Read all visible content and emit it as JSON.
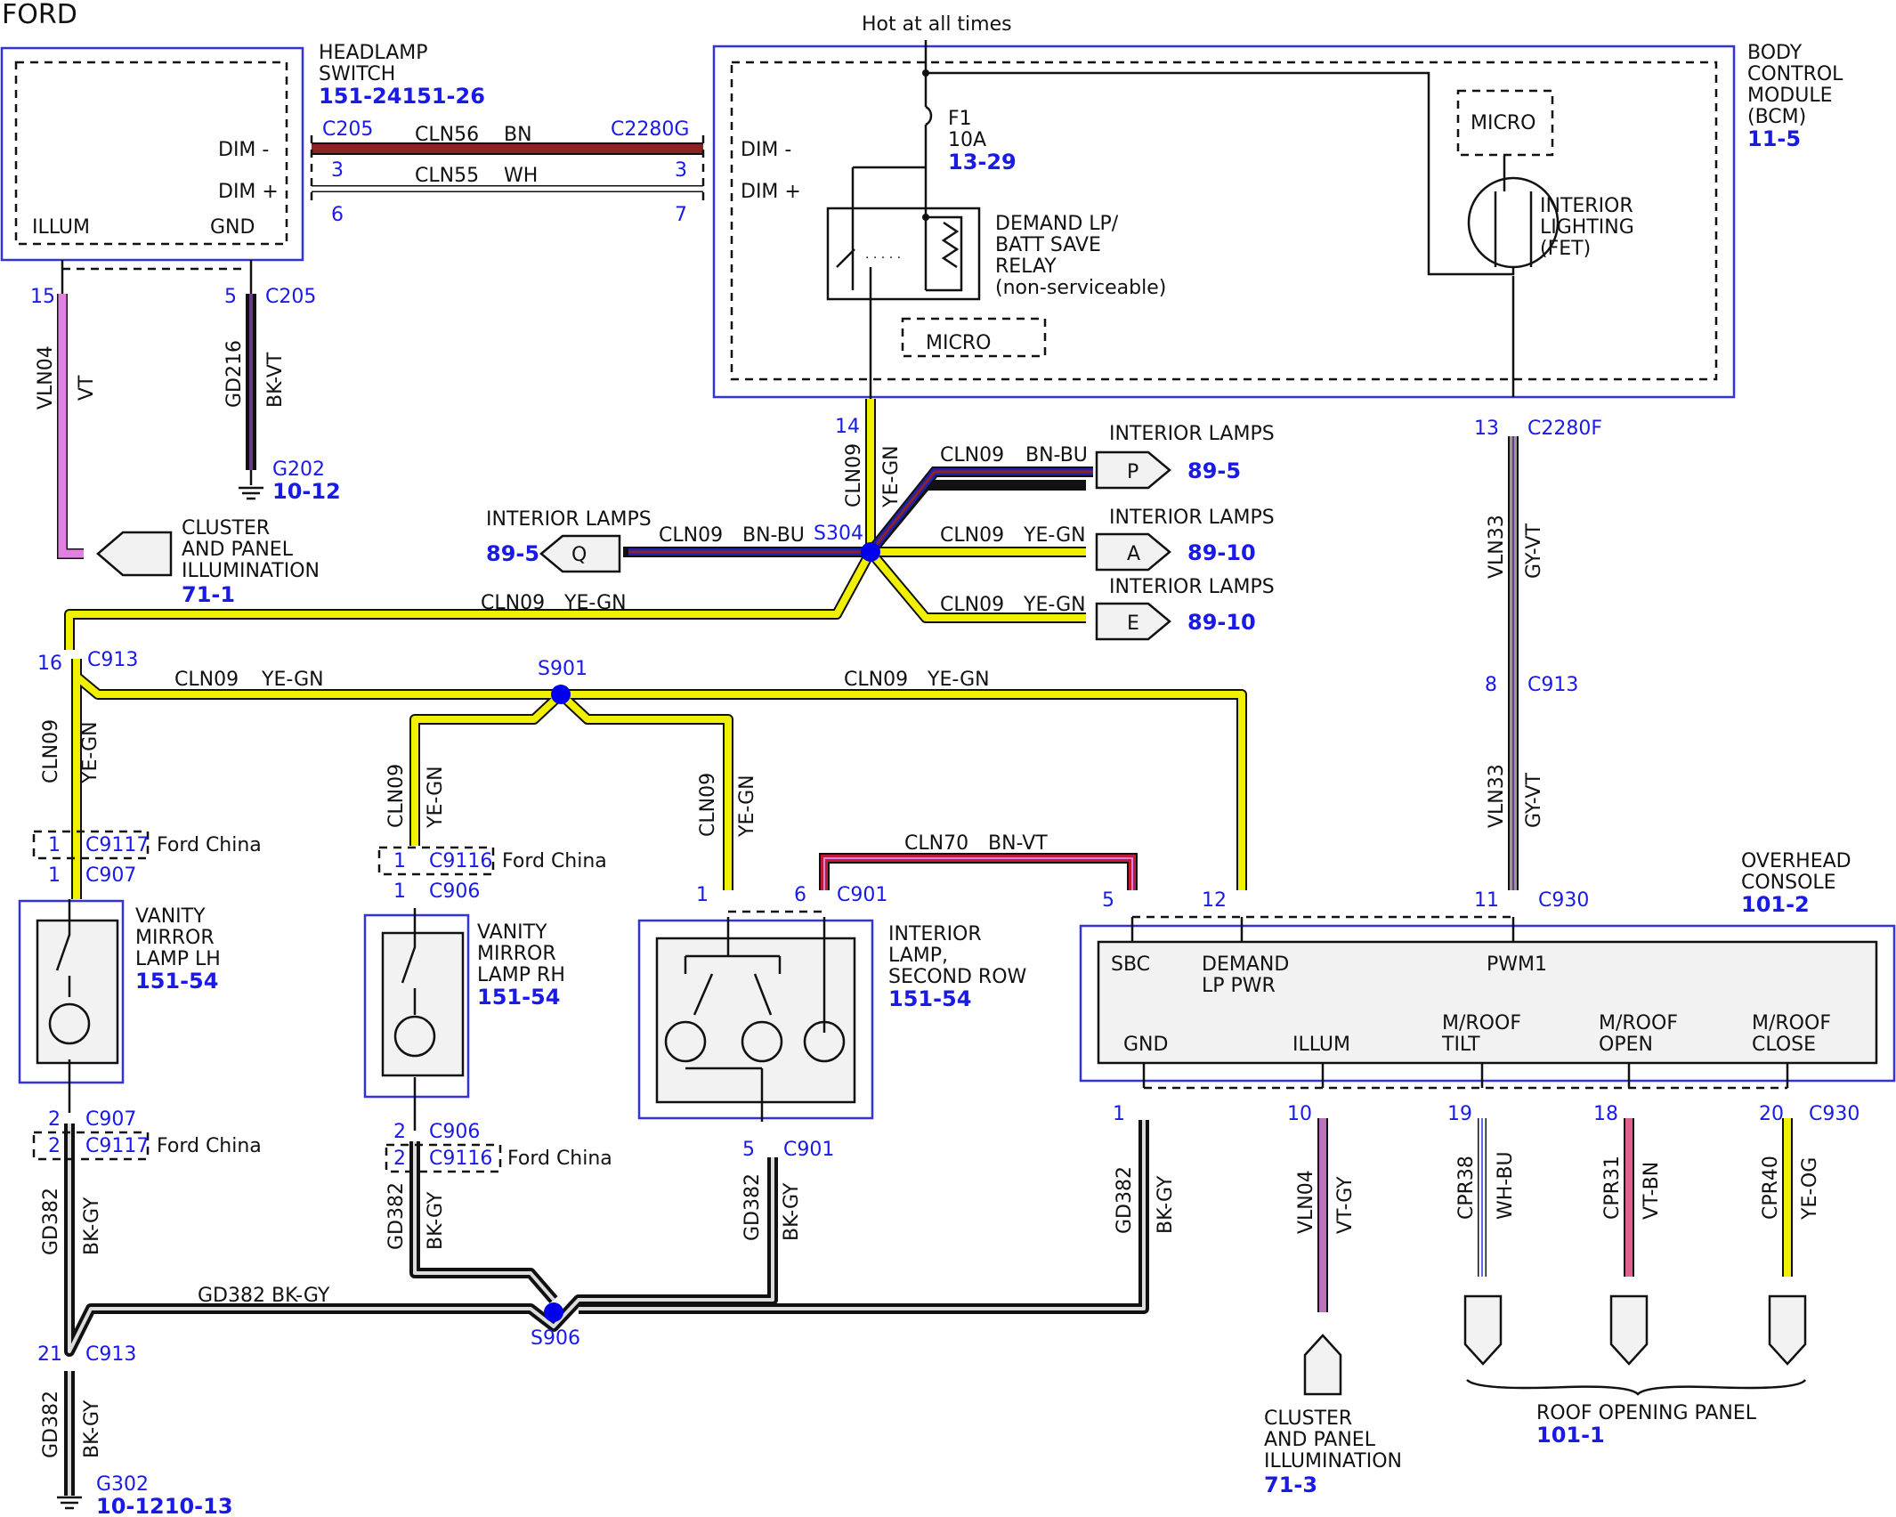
{
  "brand": "FORD",
  "hot_label": "Hot at all times",
  "components": {
    "headlamp_switch": {
      "l1": "HEADLAMP",
      "l2": "SWITCH",
      "ref": "151-24151-26",
      "dim_minus": "DIM -",
      "dim_plus": "DIM +",
      "illum": "ILLUM",
      "gnd": "GND"
    },
    "bcm": {
      "l1": "BODY",
      "l2": "CONTROL",
      "l3": "MODULE",
      "l4": "(BCM)",
      "ref": "11-5",
      "dim_minus": "DIM -",
      "dim_plus": "DIM +",
      "micro1": "MICRO",
      "micro2": "MICRO",
      "fuse_name": "F1",
      "fuse_amp": "10A",
      "fuse_ref": "13-29",
      "relay_l1": "DEMAND LP/",
      "relay_l2": "BATT SAVE",
      "relay_l3": "RELAY",
      "relay_l4": "(non-serviceable)",
      "fet_l1": "INTERIOR",
      "fet_l2": "LIGHTING",
      "fet_l3": "(FET)"
    },
    "vanity_lh": {
      "l1": "VANITY",
      "l2": "MIRROR",
      "l3": "LAMP LH",
      "ref": "151-54"
    },
    "vanity_rh": {
      "l1": "VANITY",
      "l2": "MIRROR",
      "l3": "LAMP RH",
      "ref": "151-54"
    },
    "second_row": {
      "l1": "INTERIOR",
      "l2": "LAMP,",
      "l3": "SECOND ROW",
      "ref": "151-54"
    },
    "overhead": {
      "l1": "OVERHEAD",
      "l2": "CONSOLE",
      "ref": "101-2",
      "sbc": "SBC",
      "demand1": "DEMAND",
      "demand2": "LP PWR",
      "pwm": "PWM1",
      "gnd": "GND",
      "illum": "ILLUM",
      "tilt1": "M/ROOF",
      "tilt2": "TILT",
      "open1": "M/ROOF",
      "open2": "OPEN",
      "close1": "M/ROOF",
      "close2": "CLOSE"
    }
  },
  "connectors": {
    "c205_top": "C205",
    "c2280g": "C2280G",
    "p3a": "3",
    "p3b": "3",
    "p6": "6",
    "p7": "7",
    "p15": "15",
    "p5a": "5",
    "c205b": "C205",
    "g202": "G202",
    "g202_ref": "10-12",
    "p14": "14",
    "p13": "13",
    "c2280f": "C2280F",
    "s304": "S304",
    "p16": "16",
    "c913a": "C913",
    "s901": "S901",
    "p8": "8",
    "c913b": "C913",
    "p1a": "1",
    "c9117a": "C9117",
    "ford_china1": "Ford China",
    "p1b": "1",
    "c907a": "C907",
    "p1c": "1",
    "c9116a": "C9116",
    "ford_china2": "Ford China",
    "p1d": "1",
    "c906a": "C906",
    "p1e": "1",
    "p6b": "6",
    "c901a": "C901",
    "p5b": "5",
    "p12": "12",
    "p11": "11",
    "c930a": "C930",
    "p2a": "2",
    "c907b": "C907",
    "p2b": "2",
    "c9117b": "C9117",
    "ford_china3": "Ford China",
    "p2c": "2",
    "c906b": "C906",
    "p2d": "2",
    "c9116b": "C9116",
    "ford_china4": "Ford China",
    "p5c": "5",
    "c901b": "C901",
    "p1f": "1",
    "p10": "10",
    "p19": "19",
    "p18": "18",
    "p20": "20",
    "c930b": "C930",
    "s906": "S906",
    "p21": "21",
    "c913c": "C913",
    "g302": "G302",
    "g302_ref": "10-1210-13"
  },
  "wires": {
    "cln56": "CLN56",
    "bn": "BN",
    "cln55": "CLN55",
    "wh": "WH",
    "vln04": "VLN04",
    "vt": "VT",
    "gd216": "GD216",
    "bkvt": "BK-VT",
    "cln09_v": "CLN09",
    "yegn_v": "YE-GN",
    "cln09_p": "CLN09",
    "bnbu_p": "BN-BU",
    "cln09_q": "CLN09",
    "bnbu_q": "BN-BU",
    "cln09_a": "CLN09",
    "yegn_a": "YE-GN",
    "cln09_e": "CLN09",
    "yegn_e": "YE-GN",
    "cln09_long": "CLN09",
    "yegn_long": "YE-GN",
    "vln33a": "VLN33",
    "gyvta": "GY-VT",
    "vln33b": "VLN33",
    "gyvtb": "GY-VT",
    "cln09_s1": "CLN09",
    "yegn_s1": "YE-GN",
    "cln09_s2": "CLN09",
    "yegn_s2": "YE-GN",
    "cln09_lh": "CLN09",
    "yegn_lh": "YE-GN",
    "cln09_rh": "CLN09",
    "yegn_rh": "YE-GN",
    "cln09_sr": "CLN09",
    "yegn_sr": "YE-GN",
    "cln70": "CLN70",
    "bnvt": "BN-VT",
    "gd382a": "GD382",
    "bkgya": "BK-GY",
    "gd382b": "GD382",
    "bkgyb": "BK-GY",
    "gd382c": "GD382",
    "bkgyc": "BK-GY",
    "gd382d": "GD382",
    "bkgyd": "BK-GY",
    "gd382e": "GD382",
    "bkgye": "BK-GY",
    "gd382h": "GD382 BK-GY",
    "vln04b": "VLN04",
    "vtgy": "VT-GY",
    "cpr38": "CPR38",
    "whbu": "WH-BU",
    "cpr31": "CPR31",
    "vtbn": "VT-BN",
    "cpr40": "CPR40",
    "yeog": "YE-OG"
  },
  "destinations": {
    "cluster1_l1": "CLUSTER",
    "cluster1_l2": "AND PANEL",
    "cluster1_l3": "ILLUMINATION",
    "cluster1_ref": "71-1",
    "p_title": "INTERIOR LAMPS",
    "p_tag": "P",
    "p_ref": "89-5",
    "q_title": "INTERIOR LAMPS",
    "q_tag": "Q",
    "q_ref": "89-5",
    "a_title": "INTERIOR LAMPS",
    "a_tag": "A",
    "a_ref": "89-10",
    "e_title": "INTERIOR LAMPS",
    "e_tag": "E",
    "e_ref": "89-10",
    "cluster2_l1": "CLUSTER",
    "cluster2_l2": "AND PANEL",
    "cluster2_l3": "ILLUMINATION",
    "cluster2_ref": "71-3",
    "roof": "ROOF OPENING PANEL",
    "roof_ref": "101-1"
  },
  "colors": {
    "bn": "#8b2323",
    "yellow": "#f0f000",
    "violet": "#e080e0",
    "gray": "#999999",
    "blue": "#2020b0",
    "pink": "#e06090",
    "node": "#0000ee"
  }
}
